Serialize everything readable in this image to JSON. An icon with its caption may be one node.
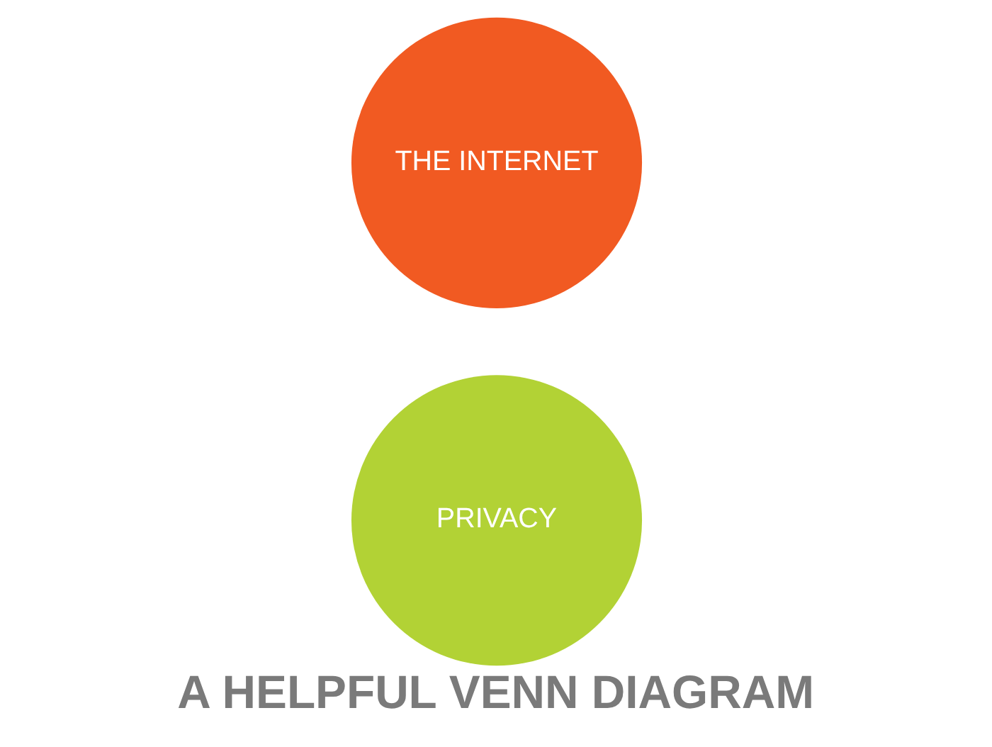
{
  "diagram": {
    "caption": "A HELPFUL VENN DIAGRAM",
    "nodes": [
      {
        "text": [
          "THE INTERNET"
        ]
      },
      {
        "text": [
          "PRIVACY"
        ]
      }
    ],
    "edges": []
  }
}
